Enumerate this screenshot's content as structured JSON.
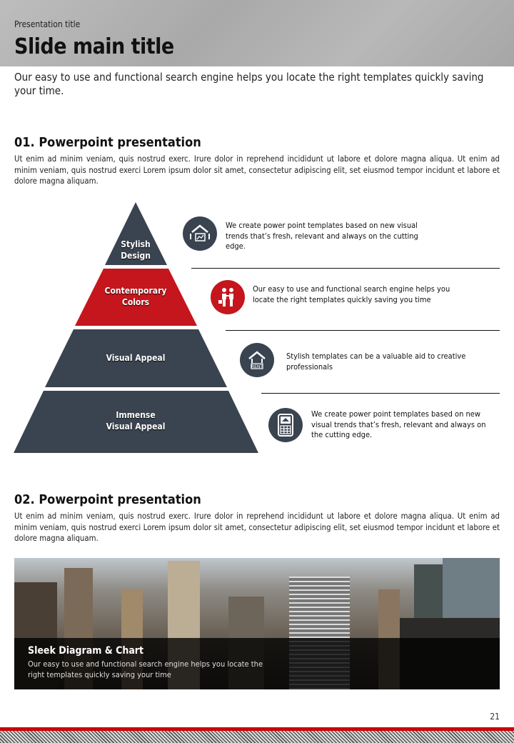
{
  "header": {
    "presentation_title": "Presentation title",
    "main_title": "Slide main title"
  },
  "subtitle": "Our easy to use and functional search engine helps you locate the right templates quickly saving your time.",
  "section1": {
    "heading": "01. Powerpoint presentation",
    "body": "Ut enim ad minim veniam, quis nostrud exerc. Irure dolor in reprehend incididunt ut labore et dolore magna aliqua. Ut enim ad minim veniam, quis nostrud exerci  Lorem ipsum dolor sit amet, consectetur adipiscing elit, set eiusmod tempor incidunt et labore et dolore magna aliquam."
  },
  "pyramid": [
    {
      "line1": "Stylish",
      "line2": "Design",
      "color": "#3a4350"
    },
    {
      "line1": "Contemporary",
      "line2": "Colors",
      "color": "#c4161c"
    },
    {
      "line1": "Visual Appeal",
      "line2": "",
      "color": "#3a4350"
    },
    {
      "line1": "Immense",
      "line2": "Visual Appeal",
      "color": "#3a4350"
    }
  ],
  "features": [
    {
      "icon": "house-chart-icon",
      "text": "We create power point templates based on new visual trends that’s fresh, relevant and always on the cutting edge."
    },
    {
      "icon": "handshake-icon",
      "text": "Our easy to use and functional search engine helps you locate the right templates quickly saving you time"
    },
    {
      "icon": "house-rent-icon",
      "text": "Stylish templates can be a valuable aid to creative professionals",
      "badge": "RENT"
    },
    {
      "icon": "calculator-house-icon",
      "text": "We create power point templates based on new visual trends that’s fresh, relevant and always on the cutting edge."
    }
  ],
  "section2": {
    "heading": "02. Powerpoint presentation",
    "body": "Ut enim ad minim veniam, quis nostrud exerc. Irure dolor in reprehend incididunt ut labore et dolore magna aliqua. Ut enim ad minim veniam, quis nostrud exerci  Lorem ipsum dolor sit amet, consectetur adipiscing elit, set eiusmod tempor incidunt et labore et dolore magna aliquam."
  },
  "photo_caption": {
    "title": "Sleek Diagram & Chart",
    "text": "Our easy to use and functional search engine helps you locate the right templates quickly saving your time"
  },
  "page_number": "21",
  "colors": {
    "accent": "#c4161c",
    "dark": "#3a4350"
  }
}
